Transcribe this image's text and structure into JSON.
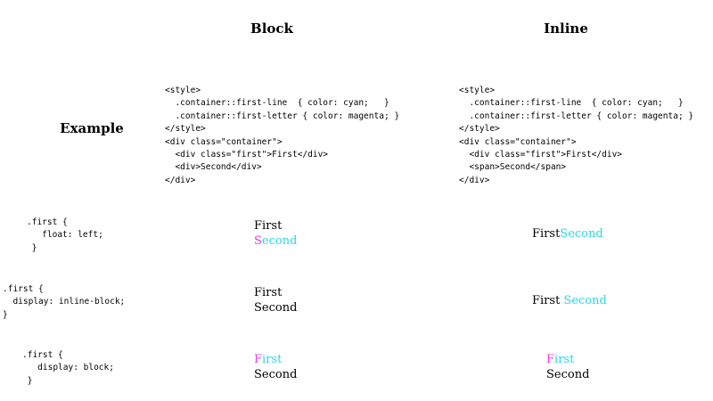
{
  "headers": {
    "block": "Block",
    "inline": "Inline",
    "example": "Example"
  },
  "colors": {
    "text": "#000000",
    "cyan": "#2bd8e5",
    "magenta": "#e93cdf"
  },
  "code_examples": {
    "block": "<style>\n  .container::first-line  { color: cyan;   }\n  .container::first-letter { color: magenta; }\n</style>\n<div class=\"container\">\n  <div class=\"first\">First</div>\n  <div>Second</div>\n</div>",
    "inline": "<style>\n  .container::first-line  { color: cyan;   }\n  .container::first-letter { color: magenta; }\n</style>\n<div class=\"container\">\n  <div class=\"first\">First</div>\n  <span>Second</span>\n</div>"
  },
  "rows": [
    {
      "css": ".first {\n   float: left;\n }",
      "block_result": [
        [
          {
            "t": "First",
            "c": "text"
          }
        ],
        [
          {
            "t": "S",
            "c": "magenta"
          },
          {
            "t": "econd",
            "c": "cyan"
          }
        ]
      ],
      "inline_result": [
        [
          {
            "t": "First",
            "c": "text"
          },
          {
            "t": "Second",
            "c": "cyan"
          }
        ]
      ]
    },
    {
      "css": ".first {\n  display: inline-block;\n}",
      "block_result": [
        [
          {
            "t": "First",
            "c": "text"
          }
        ],
        [
          {
            "t": "Second",
            "c": "text"
          }
        ]
      ],
      "inline_result": [
        [
          {
            "t": "First ",
            "c": "text"
          },
          {
            "t": "Second",
            "c": "cyan"
          }
        ]
      ]
    },
    {
      "css": ".first {\n   display: block;\n }",
      "block_result": [
        [
          {
            "t": "F",
            "c": "magenta"
          },
          {
            "t": "irst",
            "c": "cyan"
          }
        ],
        [
          {
            "t": "Second",
            "c": "text"
          }
        ]
      ],
      "inline_result": [
        [
          {
            "t": "F",
            "c": "magenta"
          },
          {
            "t": "irst",
            "c": "cyan"
          }
        ],
        [
          {
            "t": "Second",
            "c": "text"
          }
        ]
      ]
    }
  ]
}
